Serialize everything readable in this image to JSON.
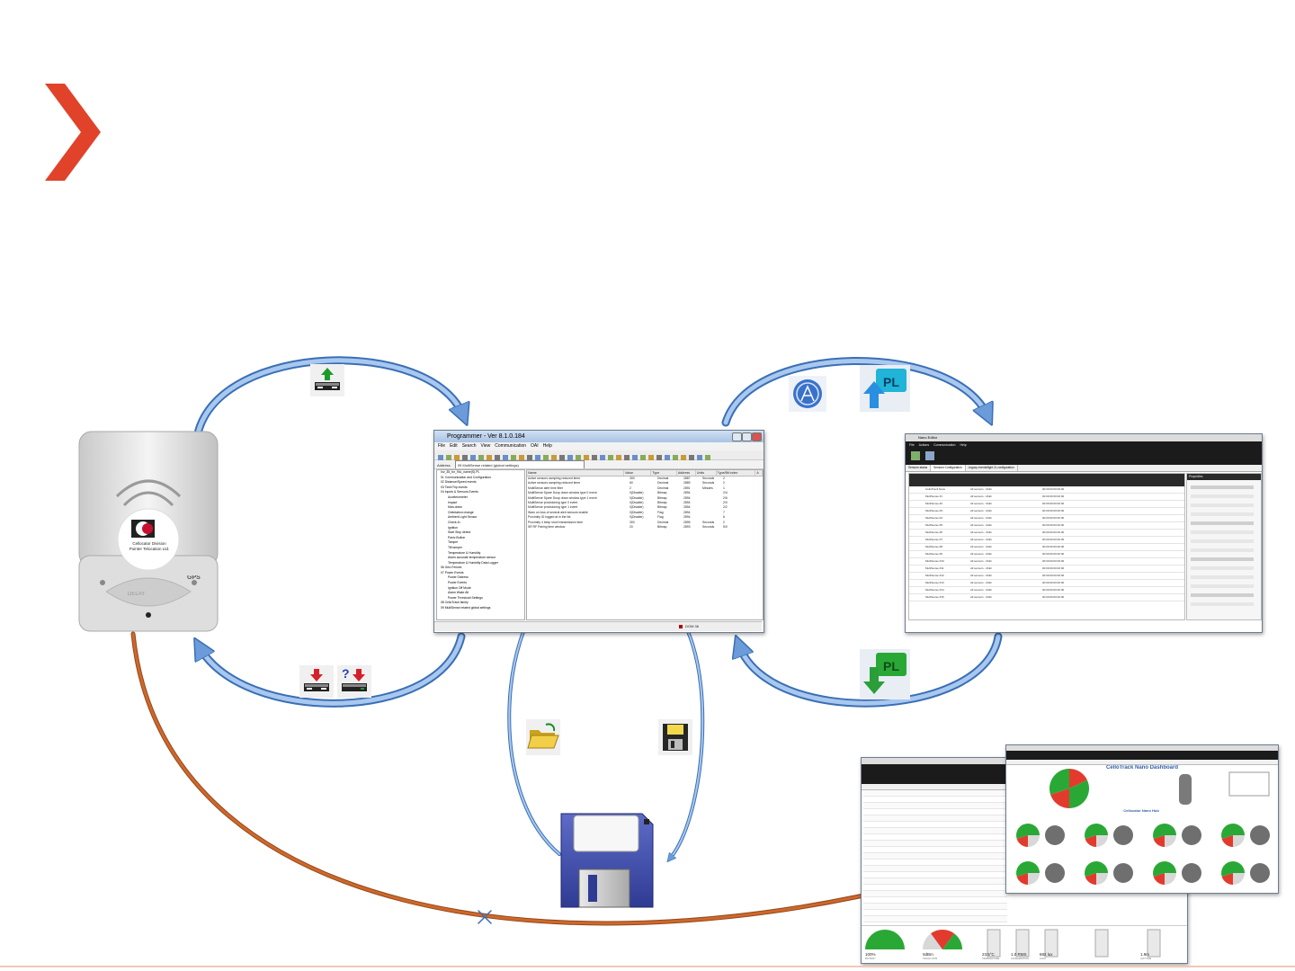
{
  "programmer": {
    "title": "Programmer - Ver 8.1.0.184",
    "menu": [
      "File",
      "Edit",
      "Search",
      "View",
      "Communication",
      "OAI",
      "Help"
    ],
    "address_label": "Address",
    "address_value": "09 MultiSense related (global settings)",
    "columns": [
      "Name",
      "Value",
      "Type",
      "Address",
      "Units",
      "Type/Bit index",
      "A"
    ],
    "tree": [
      "Inv_35_for_94c_name(S).PL",
      "01 Communication and Configuration",
      "02 Distance/Speed events",
      "03 Time/Trip events",
      "04 Inputs & Sensors Events",
      "Accelerometer",
      "Impact",
      "Man-down",
      "Orientation change",
      "Ambient Light Sensor",
      "Check-In",
      "Ignition",
      "Start Stop detect",
      "Panic Button",
      "Tamper",
      "Tilt tamper",
      "Temperature & Humidity",
      "Alarm accurate temperature sensor",
      "Temperature & Humidity Data Logger",
      "06 Geo-Fences",
      "07 Power Events",
      "Power Distress",
      "Power Events",
      "Ignition Off Mode",
      "Alarm Wake Alt",
      "Power Threshold Settings",
      "08 CelloTrack family",
      "09 MultiSense related global settings"
    ],
    "rows": [
      [
        "Active sensors sampling reduced timer",
        "300",
        "Decimal",
        "2887",
        "Seconds",
        "2"
      ],
      [
        "Active sensors sampling reduced timer",
        "60",
        "Decimal",
        "2889",
        "Seconds",
        "2"
      ],
      [
        "MultiSense alert time filter",
        "2",
        "Decimal",
        "2891",
        "Minutes",
        "1"
      ],
      [
        "MultiSense Spare Doop down window type 0 event",
        "0(Disable)",
        "Bitmap",
        "2894",
        "",
        "2/4"
      ],
      [
        "MultiSense Spare Doop down window type 1 event",
        "0(Disable)",
        "Bitmap",
        "2894",
        "",
        "2/6"
      ],
      [
        "MultiSense provisioning type 0 event",
        "0(Disable)",
        "Bitmap",
        "2894",
        "",
        "2/0"
      ],
      [
        "MultiSense provisioning type 1 event",
        "0(Disable)",
        "Bitmap",
        "2894",
        "",
        "2/2"
      ],
      [
        "Warn on loss of several alert sensors enable",
        "0(Disable)",
        "Flag",
        "2894",
        "",
        "7"
      ],
      [
        "Proximity ID logged at in the list",
        "0(Disable)",
        "Flag",
        "2894",
        "",
        "6"
      ],
      [
        "Proximity 4 beep short transmission time",
        "300",
        "Decimal",
        "2895",
        "Seconds",
        "2"
      ],
      [
        "SR RF Pairing time window",
        "20",
        "Bitmap",
        "2893",
        "Seconds",
        "5/0"
      ]
    ],
    "status": "DOM 36"
  },
  "nano_editor": {
    "title": "Nano Editor",
    "menu": [
      "File",
      "Actions",
      "Communication",
      "Help"
    ],
    "tabs": [
      "Sensors status",
      "Sensors Configuration",
      "Legacy events/fight 2L configuration"
    ],
    "first_row": "CelloTrack Nano",
    "row_label_prefix": "MultiSense #",
    "row_desc": "All sensors - Multi",
    "row_time": "00:00:00:00:00:00",
    "properties_title": "Properties"
  },
  "dashboard": {
    "title": "CelloTrack Nano Dashboard",
    "hub_label": "Cellocator Nano Hub",
    "readouts": [
      "100%",
      "0dBm",
      "23.5°C",
      "1.0 RMS",
      "682 lux",
      "1.9m"
    ],
    "readout_labels": [
      "BATTERY",
      "SIGNAL RSSI",
      "TEMPERATURE",
      "ACCELERATION",
      "LIGHT",
      "ALTITUDE"
    ]
  },
  "device": {
    "brand_lines": [
      "Cellocator Division",
      "Pointer Telocation Ltd."
    ],
    "button_label": "DELAY",
    "gps_label": "GPS"
  },
  "colors": {
    "brand_chevron": "#e0432a",
    "arrow_fill": "#6b9bd8",
    "arrow_stroke": "#3a6fb5",
    "orange_link": "#d0672a"
  },
  "icons": [
    "upload-to-device-icon",
    "download-from-device-icon",
    "query-download-icon",
    "hub-connect-icon",
    "upload-pl-icon",
    "download-pl-icon",
    "open-folder-icon",
    "save-floppy-icon",
    "floppy-disk-icon"
  ]
}
